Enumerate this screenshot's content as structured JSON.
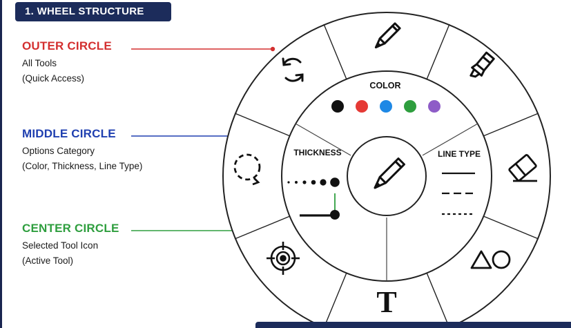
{
  "header": {
    "title": "1. WHEEL STRUCTURE"
  },
  "labels": {
    "outer": {
      "title": "OUTER CIRCLE",
      "line1": "All Tools",
      "line2": "(Quick Access)",
      "color": "#d32f2f"
    },
    "middle": {
      "title": "MIDDLE CIRCLE",
      "line1": "Options Category",
      "line2": "(Color, Thickness, Line Type)",
      "color": "#1f3fb0"
    },
    "center": {
      "title": "CENTER CIRCLE",
      "line1": "Selected Tool Icon",
      "line2": "(Active Tool)",
      "color": "#2e9e3e"
    }
  },
  "wheel": {
    "outer_tools": [
      "pencil-icon",
      "marker-icon",
      "eraser-icon",
      "shapes-icon",
      "text-tool-icon",
      "target-icon",
      "lasso-icon",
      "rotate-icon"
    ],
    "text_tool_glyph": "T",
    "middle": {
      "color_label": "COLOR",
      "thickness_label": "THICKNESS",
      "linetype_label": "LINE TYPE",
      "colors": [
        "#111111",
        "#e53935",
        "#1e88e5",
        "#2e9e3e",
        "#8e5cc7"
      ]
    },
    "center_tool": "pencil-icon"
  }
}
